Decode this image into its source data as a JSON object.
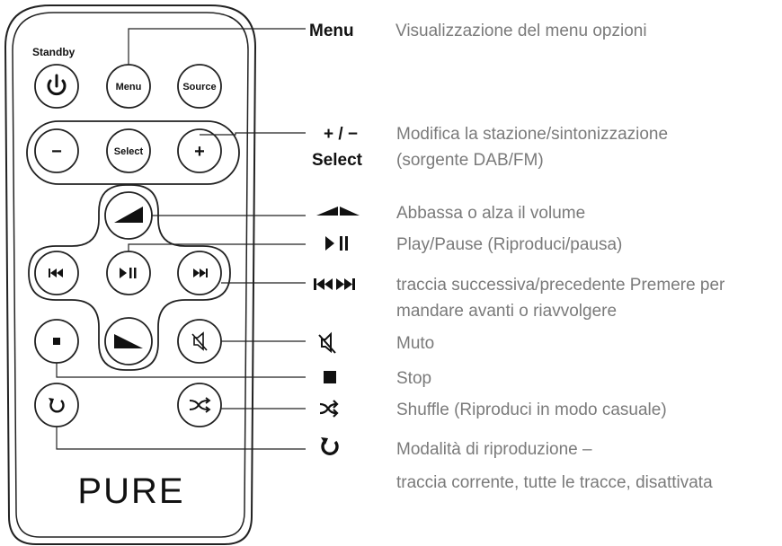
{
  "remote": {
    "standby_caption": "Standby",
    "menu_button": "Menu",
    "source_button": "Source",
    "minus_button": "−",
    "select_button": "Select",
    "plus_button": "+",
    "brand": "PURE"
  },
  "legend": {
    "menu_key": "Menu",
    "menu_desc": "Visualizzazione del menu opzioni",
    "plusminus_key": "+ / −",
    "select_key": "Select",
    "tuning_desc_line1": "Modifica la stazione/sintonizzazione",
    "tuning_desc_line2": "(sorgente DAB/FM)",
    "volume_desc": "Abbassa o alza il volume",
    "playpause_desc": "Play/Pause (Riproduci/pausa)",
    "track_desc_line1": "traccia successiva/precedente Premere per",
    "track_desc_line2": "mandare avanti o riavvolgere",
    "mute_desc": "Muto",
    "stop_desc": "Stop",
    "shuffle_desc": "Shuffle (Riproduci in modo casuale)",
    "repeat_desc_line1": "Modalità di riproduzione –",
    "repeat_desc_line2": "traccia corrente, tutte le tracce, disattivata"
  },
  "icons": {
    "power": "power-icon",
    "volume": "volume-ramp-icon",
    "play_pause": "play-pause-icon",
    "previous": "previous-track-icon",
    "next": "next-track-icon",
    "stop": "stop-icon",
    "mute": "mute-icon",
    "shuffle": "shuffle-icon",
    "repeat": "repeat-icon"
  }
}
